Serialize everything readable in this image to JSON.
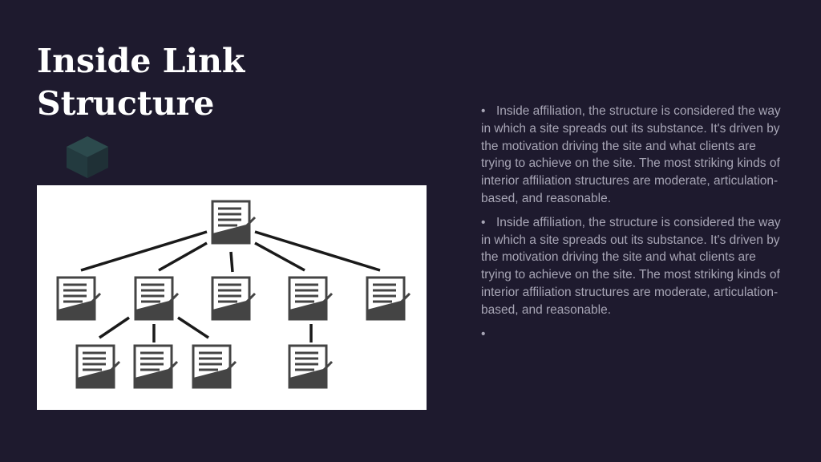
{
  "slide": {
    "title": "Inside Link Structure",
    "background_color": "#1e1a2e",
    "accent_color": "#2a4a4c"
  },
  "decoration": {
    "icon": "hexagon-cube-icon"
  },
  "diagram": {
    "icon": "document-page-icon",
    "levels": [
      1,
      5,
      4
    ]
  },
  "bullets": [
    {
      "marker": "•",
      "text": "Inside affiliation, the structure is considered the way in which a site spreads out its substance. It's driven by the motivation driving the site and what clients are trying to achieve on the site. The most striking kinds of interior affiliation structures are moderate, articulation-based, and reasonable."
    },
    {
      "marker": "•",
      "text": "Inside affiliation, the structure is considered the way in which a site spreads out its substance. It's driven by the motivation driving the site and what clients are trying to achieve on the site. The most striking kinds of interior affiliation structures are moderate, articulation-based, and reasonable."
    },
    {
      "marker": "•",
      "text": ""
    }
  ]
}
